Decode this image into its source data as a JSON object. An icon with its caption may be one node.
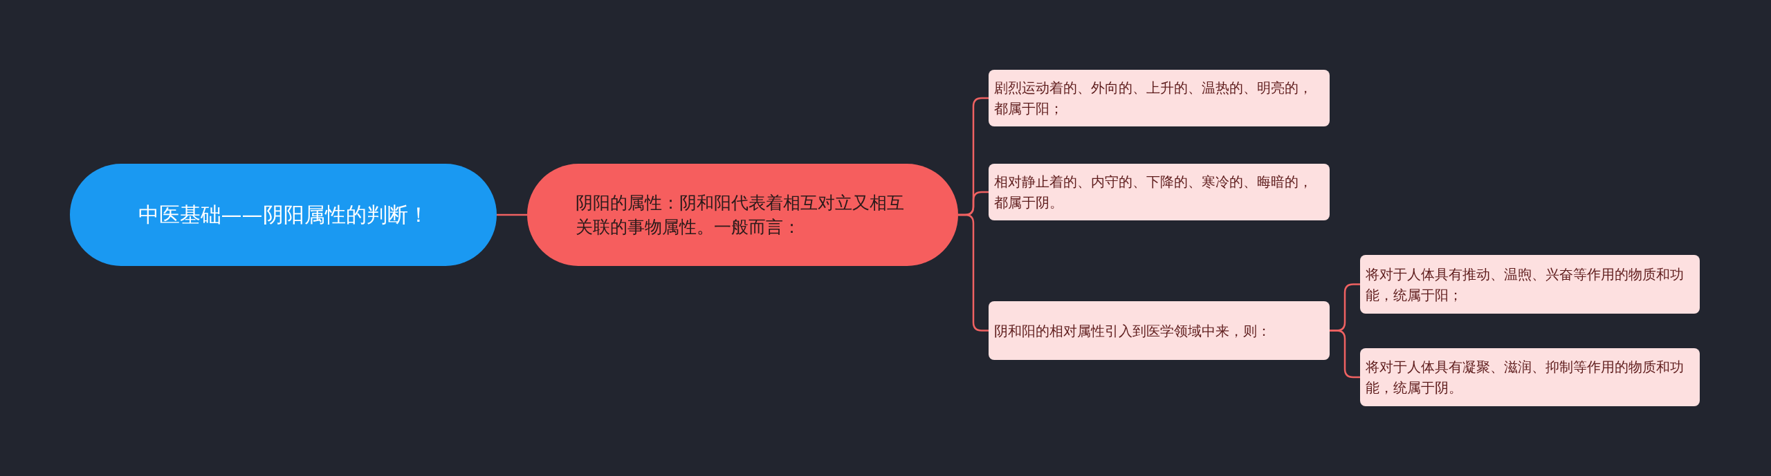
{
  "diagram": {
    "nodes": [
      {
        "text": [
          "中医基础——阴阳属性的判断！"
        ]
      },
      {
        "text": [
          "阴阳的属性：阴和阳代表着相互对立又相互关联的事物属性。一般而言："
        ]
      },
      {
        "text": [
          "剧烈运动着的、外向的、上升的、温热的、明亮的，都属于阳；"
        ]
      },
      {
        "text": [
          "相对静止着的、内守的、下降的、寒冷的、晦暗的，都属于阴。"
        ]
      },
      {
        "text": [
          "阴和阳的相对属性引入到医学领域中来，则："
        ]
      },
      {
        "text": [
          "将对于人体具有推动、温煦、兴奋等作用的物质和功能，统属于阳；"
        ]
      },
      {
        "text": [
          "将对于人体具有凝聚、滋润、抑制等作用的物质和功能，统属于阴。"
        ]
      }
    ],
    "edges": [
      {
        "from": 0,
        "to": 1,
        "arrow": "none"
      },
      {
        "from": 1,
        "to": 2,
        "arrow": "none"
      },
      {
        "from": 1,
        "to": 3,
        "arrow": "none"
      },
      {
        "from": 1,
        "to": 4,
        "arrow": "none"
      },
      {
        "from": 4,
        "to": 5,
        "arrow": "none"
      },
      {
        "from": 4,
        "to": 6,
        "arrow": "none"
      }
    ]
  }
}
